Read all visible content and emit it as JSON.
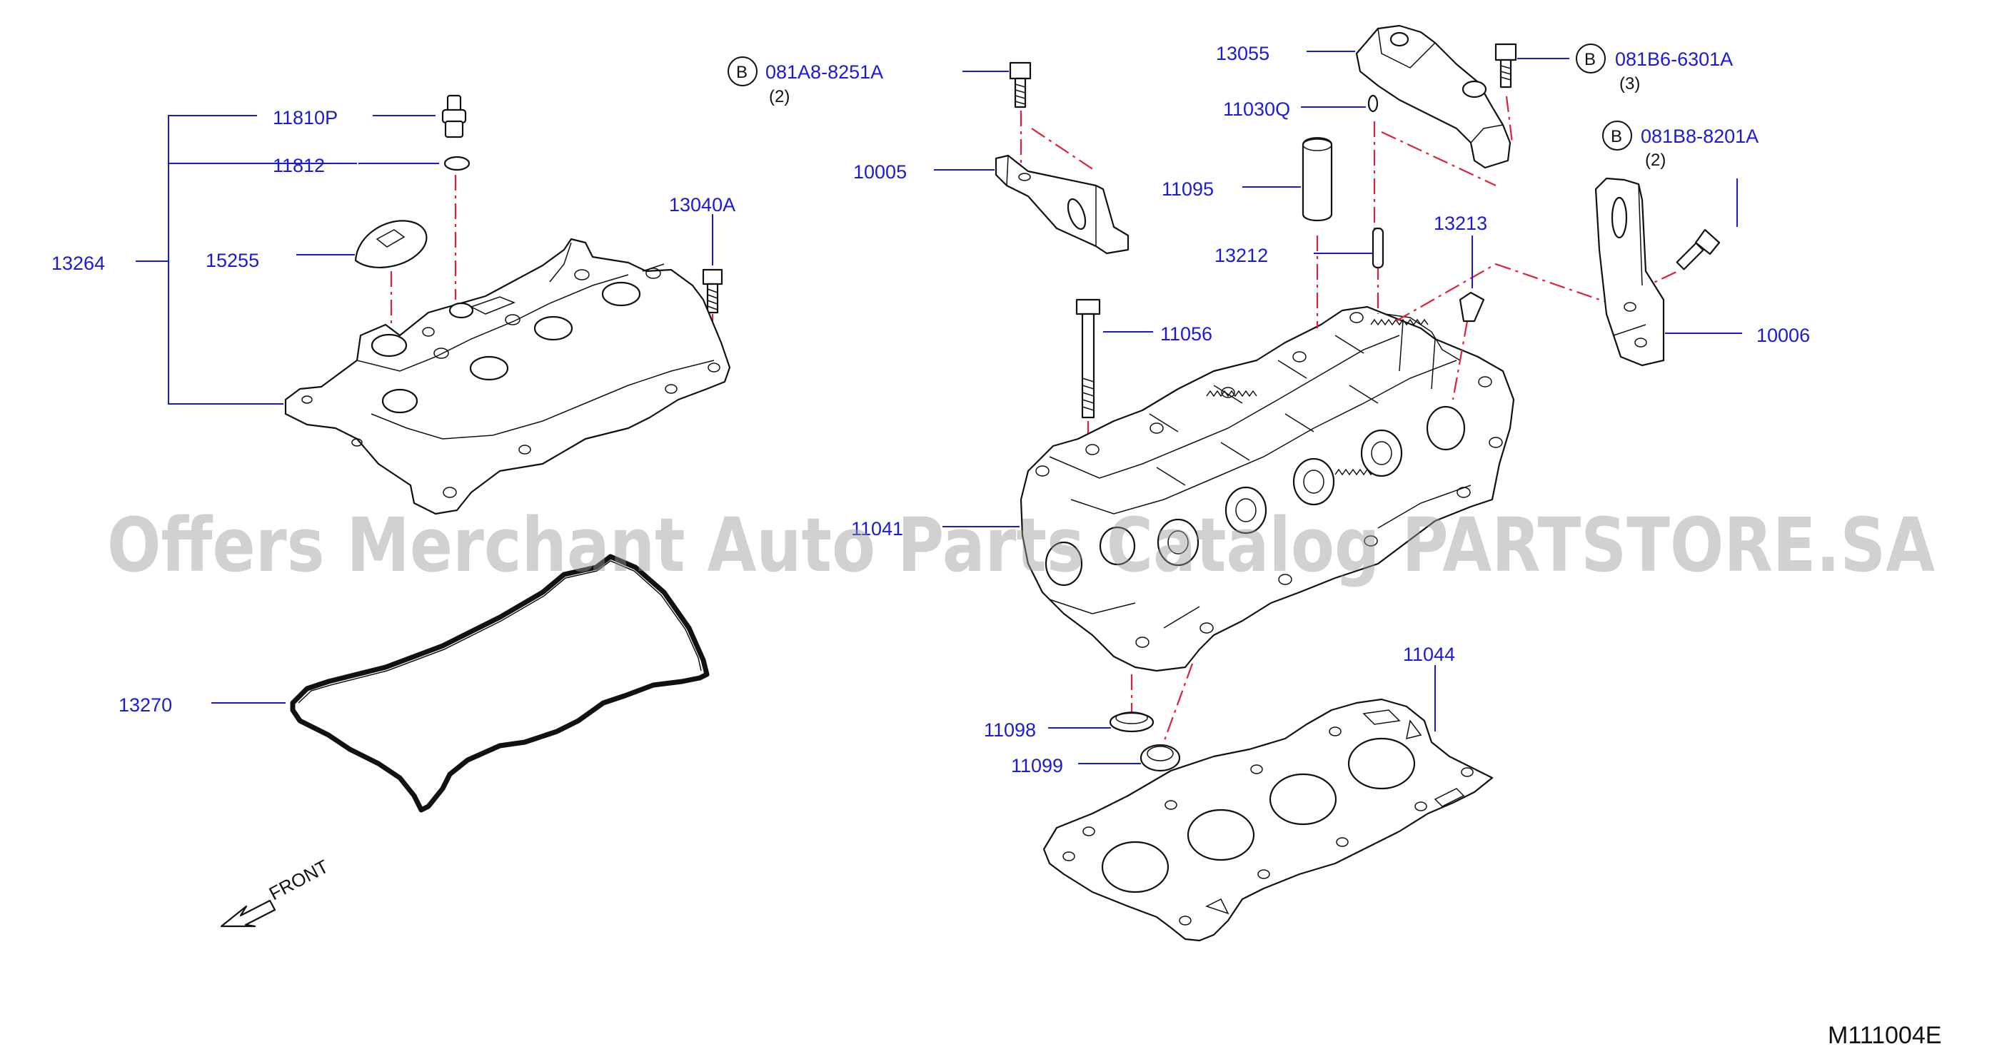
{
  "diagram": {
    "diagram_id": "M111004E",
    "watermark": "Offers Merchant Auto Parts Catalog PARTSTORE.SA",
    "front_label": "FRONT",
    "callouts": [
      {
        "id": "11810P",
        "label": "11810P"
      },
      {
        "id": "11812",
        "label": "11812"
      },
      {
        "id": "13264",
        "label": "13264"
      },
      {
        "id": "15255",
        "label": "15255"
      },
      {
        "id": "13040A",
        "label": "13040A"
      },
      {
        "id": "13270",
        "label": "13270"
      },
      {
        "id": "10005",
        "label": "10005"
      },
      {
        "id": "11056",
        "label": "11056"
      },
      {
        "id": "11041",
        "label": "11041"
      },
      {
        "id": "11098",
        "label": "11098"
      },
      {
        "id": "11099",
        "label": "11099"
      },
      {
        "id": "11044",
        "label": "11044"
      },
      {
        "id": "13055",
        "label": "13055"
      },
      {
        "id": "11030Q",
        "label": "11030Q"
      },
      {
        "id": "11095",
        "label": "11095"
      },
      {
        "id": "13212",
        "label": "13212"
      },
      {
        "id": "13213",
        "label": "13213"
      },
      {
        "id": "10006",
        "label": "10006"
      }
    ],
    "bolts": [
      {
        "marker": "B",
        "label": "081A8-8251A",
        "qty": "(2)"
      },
      {
        "marker": "B",
        "label": "081B6-6301A",
        "qty": "(3)"
      },
      {
        "marker": "B",
        "label": "081B8-8201A",
        "qty": "(2)"
      }
    ]
  }
}
